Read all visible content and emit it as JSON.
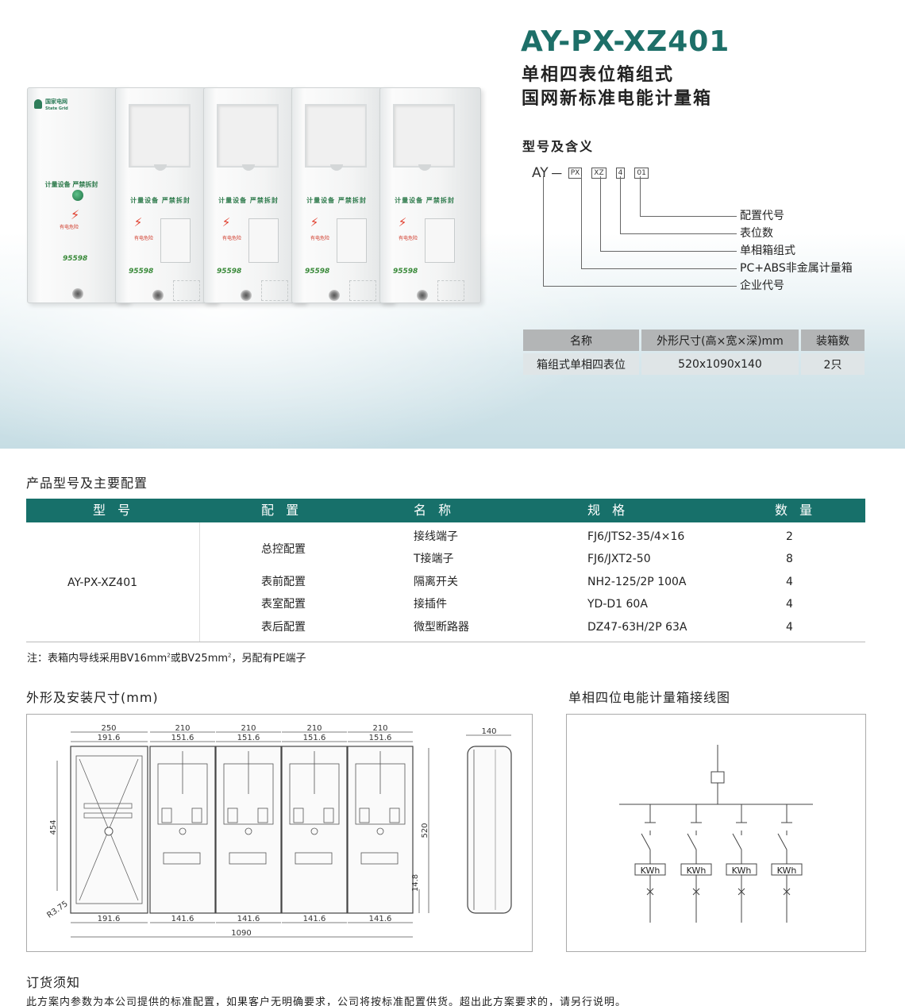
{
  "product": {
    "model": "AY-PX-XZ401",
    "subtitle_line1": "单相四表位箱组式",
    "subtitle_line2": "国网新标准电能计量箱",
    "photo_labels": {
      "brand": "国家电网",
      "brand_en": "State Grid",
      "warning": "计量设备 严禁拆封",
      "danger": "有电危险",
      "hotline": "95598"
    }
  },
  "model_meaning": {
    "heading": "型号及含义",
    "prefix": "AY",
    "dash": "－",
    "codes": [
      "PX",
      "XZ",
      "4",
      "01"
    ],
    "items": [
      "配置代号",
      "表位数",
      "单相箱组式",
      "PC+ABS非金属计量箱",
      "企业代号"
    ]
  },
  "spec_table": {
    "headers": [
      "名称",
      "外形尺寸(高×宽×深)mm",
      "装箱数"
    ],
    "row": [
      "箱组式单相四表位",
      "520x1090x140",
      "2只"
    ]
  },
  "config": {
    "heading": "产品型号及主要配置",
    "headers": [
      "型 号",
      "配 置",
      "名 称",
      "规 格",
      "数 量"
    ],
    "model": "AY-PX-XZ401",
    "groups": [
      "总控配置",
      "表前配置",
      "表室配置",
      "表后配置"
    ],
    "rows": [
      {
        "name": "接线端子",
        "spec": "FJ6/JTS2-35/4×16",
        "qty": "2"
      },
      {
        "name": "T接端子",
        "spec": "FJ6/JXT2-50",
        "qty": "8"
      },
      {
        "name": "隔离开关",
        "spec": "NH2-125/2P 100A",
        "qty": "4"
      },
      {
        "name": "接插件",
        "spec": "YD-D1 60A",
        "qty": "4"
      },
      {
        "name": "微型断路器",
        "spec": "DZ47-63H/2P  63A",
        "qty": "4"
      }
    ],
    "note_a": "注：表箱内导线采用BV16mm",
    "note_sup1": "2",
    "note_b": "或BV25mm",
    "note_sup2": "2",
    "note_c": "，另配有PE端子"
  },
  "dimensions": {
    "heading": "外形及安装尺寸(mm)",
    "top_widths": [
      "250",
      "210",
      "210",
      "210",
      "210"
    ],
    "top_inner": [
      "191.6",
      "151.6",
      "151.6",
      "151.6",
      "151.6"
    ],
    "bottom_inner": [
      "191.6",
      "141.6",
      "141.6",
      "141.6",
      "141.6"
    ],
    "total_width": "1090",
    "height_outer": "454",
    "height_side": "520",
    "small_dim": "14.8",
    "radius": "R3.75",
    "depth": "140"
  },
  "wiring": {
    "heading": "单相四位电能计量箱接线图",
    "meter_label": "KWh"
  },
  "order": {
    "heading": "订货须知",
    "text": "此方案内参数为本公司提供的标准配置，如果客户无明确要求，公司将按标准配置供货。超出此方案要求的，请另行说明。"
  }
}
